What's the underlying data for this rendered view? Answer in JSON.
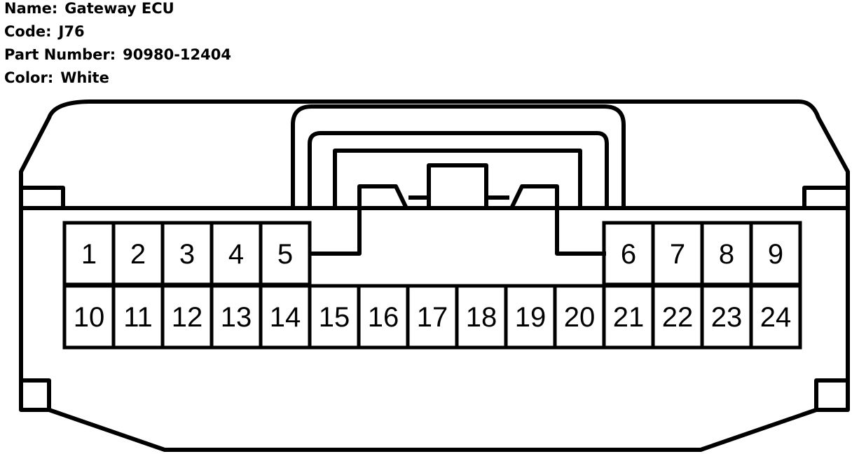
{
  "header": {
    "name_label": "Name:",
    "name_value": "Gateway ECU",
    "code_label": "Code:",
    "code_value": "J76",
    "part_label": "Part Number:",
    "part_value": "90980-12404",
    "color_label": "Color:",
    "color_value": "White"
  },
  "connector": {
    "top_row": [
      "1",
      "2",
      "3",
      "4",
      "5",
      "6",
      "7",
      "8",
      "9"
    ],
    "bottom_row": [
      "10",
      "11",
      "12",
      "13",
      "14",
      "15",
      "16",
      "17",
      "18",
      "19",
      "20",
      "21",
      "22",
      "23",
      "24"
    ]
  }
}
